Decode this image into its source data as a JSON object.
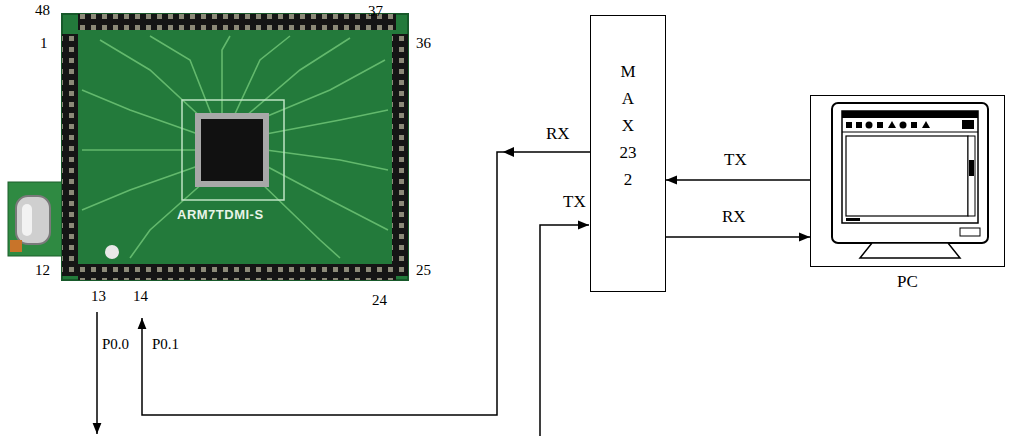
{
  "diagram": {
    "nodes": [
      {
        "text": [
          "ARM7TDMI-S"
        ]
      },
      {
        "text": [
          "MAX232"
        ]
      },
      {
        "text": [
          "PC"
        ]
      }
    ],
    "edges": [
      {
        "from": 1,
        "to": 0,
        "arrow": "to",
        "label": "RX"
      },
      {
        "from": 2,
        "to": 1,
        "arrow": "to",
        "label": "TX"
      },
      {
        "from": 1,
        "to": 2,
        "arrow": "to",
        "label": "RX"
      }
    ],
    "labels": [
      "48",
      "37",
      "1",
      "36",
      "12",
      "25",
      "13",
      "14",
      "24",
      "P0.0",
      "P0.1",
      "TX"
    ]
  }
}
